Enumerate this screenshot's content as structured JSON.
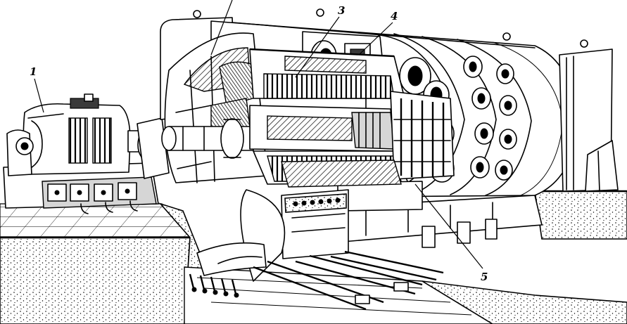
{
  "callouts": [
    {
      "id": "1",
      "label": "1"
    },
    {
      "id": "2",
      "label": ""
    },
    {
      "id": "3",
      "label": "3"
    },
    {
      "id": "4",
      "label": "4"
    },
    {
      "id": "5",
      "label": "5"
    }
  ],
  "colors": {
    "ink": "#000000",
    "paper": "#ffffff"
  }
}
